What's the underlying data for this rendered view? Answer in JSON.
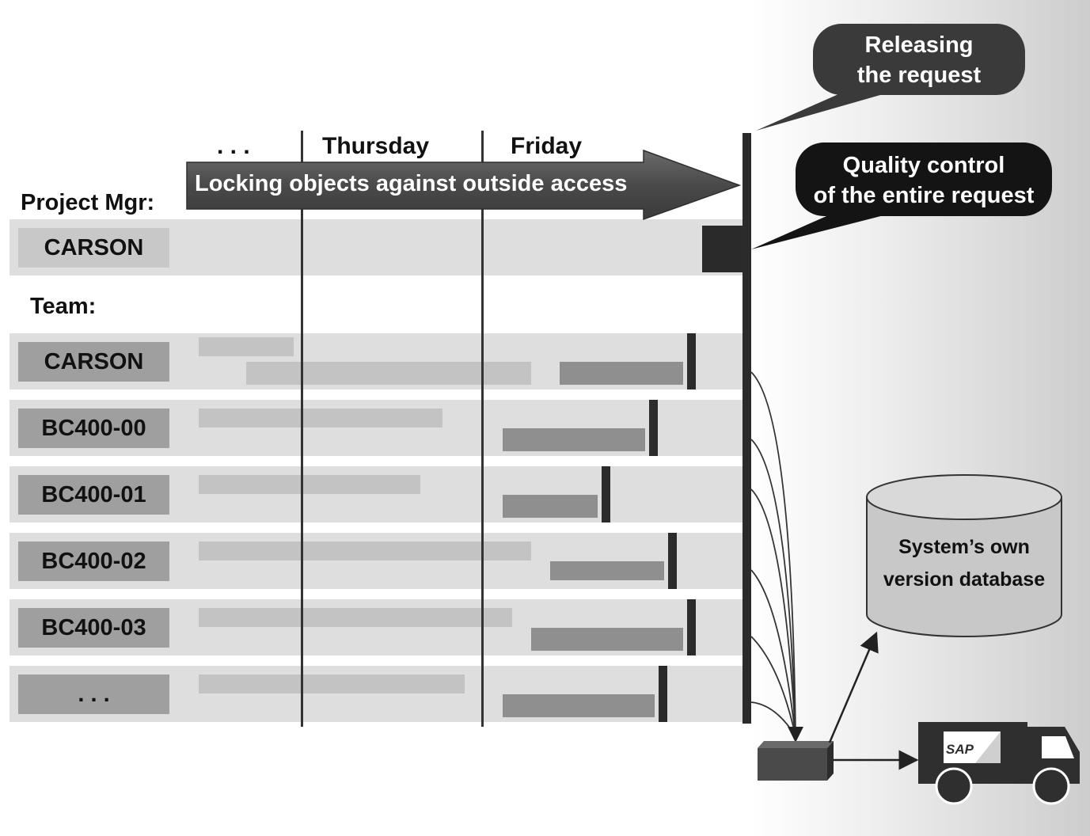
{
  "timeline": {
    "columns": [
      ". . .",
      "Thursday",
      "Friday"
    ],
    "lock_arrow_text": "Locking objects against outside access"
  },
  "project_manager": {
    "label": "Project Mgr:",
    "name": "CARSON"
  },
  "team": {
    "label": "Team:",
    "members": [
      "CARSON",
      "BC400-00",
      "BC400-01",
      "BC400-02",
      "BC400-03",
      ". . ."
    ]
  },
  "callouts": {
    "release": "Releasing\nthe request",
    "quality": "Quality control\nof the entire request"
  },
  "database": {
    "label": "System’s own\nversion database"
  },
  "truck": {
    "logo_text": "SAP"
  }
}
